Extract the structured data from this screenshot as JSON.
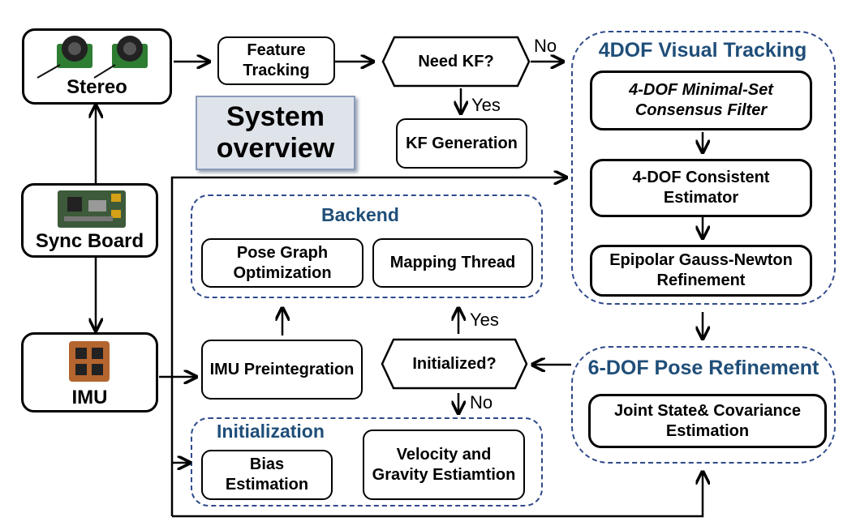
{
  "title": "System overview",
  "devices": {
    "stereo": "Stereo",
    "sync_board": "Sync Board",
    "imu": "IMU"
  },
  "nodes": {
    "feature_tracking": "Feature Tracking",
    "need_kf": "Need KF?",
    "kf_generation": "KF Generation",
    "pose_graph": "Pose Graph Optimization",
    "mapping_thread": "Mapping Thread",
    "imu_preintegration": "IMU Preintegration",
    "initialized": "Initialized?",
    "bias_estimation": "Bias Estimation",
    "velocity_gravity": "Velocity and Gravity Estiamtion",
    "minimal_set": "4-DOF Minimal-Set Consensus Filter",
    "consistent_estimator": "4-DOF Consistent Estimator",
    "epipolar": "Epipolar Gauss-Newton Refinement",
    "joint_state": "Joint State& Covariance Estimation"
  },
  "groups": {
    "visual_tracking": "4DOF Visual Tracking",
    "backend": "Backend",
    "initialization": "Initialization",
    "pose_refinement": "6-DOF Pose Refinement"
  },
  "edge_labels": {
    "no_top": "No",
    "yes_kf": "Yes",
    "yes_init": "Yes",
    "no_init": "No"
  },
  "colors": {
    "group_title": "#1f4e79",
    "group_border": "#2e4a8c",
    "overview_fill": "#dfe3ea"
  }
}
